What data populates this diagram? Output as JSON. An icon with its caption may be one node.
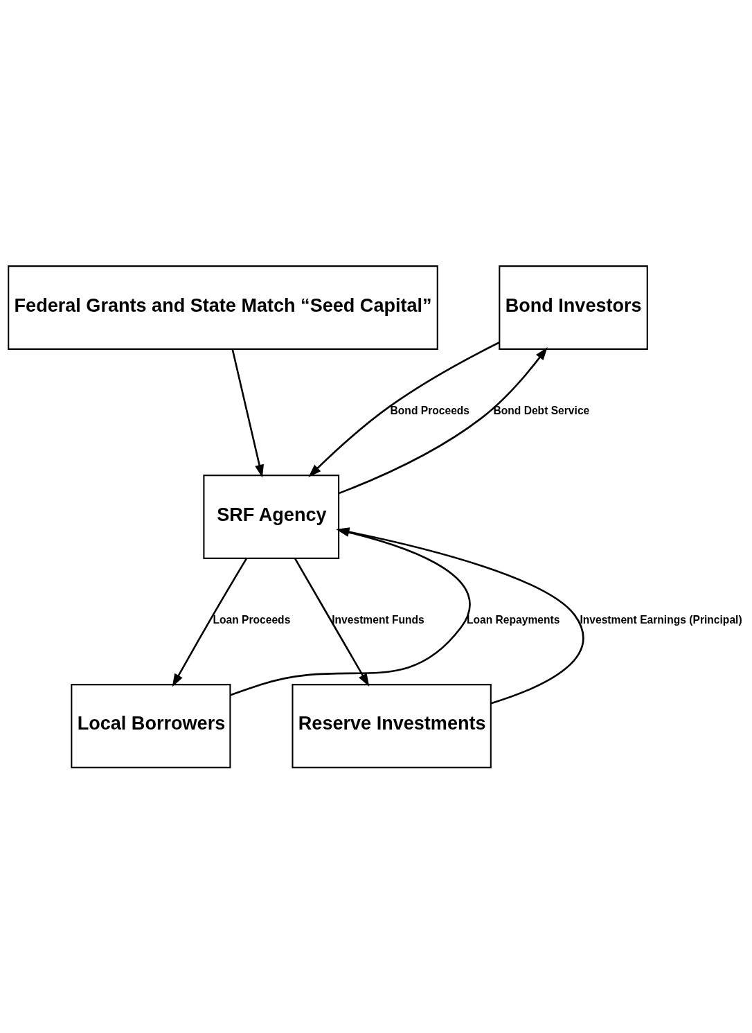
{
  "diagram": {
    "nodes": [
      {
        "text": [
          "Federal Grants and State Match “Seed Capital”"
        ]
      },
      {
        "text": [
          "Bond Investors"
        ]
      },
      {
        "text": [
          "SRF Agency"
        ]
      },
      {
        "text": [
          "Local Borrowers"
        ]
      },
      {
        "text": [
          "Reserve Investments"
        ]
      }
    ],
    "edges": [
      {
        "from": 0,
        "to": 2,
        "arrow": "to"
      },
      {
        "from": 1,
        "to": 2,
        "arrow": "to",
        "label": "Bond Proceeds"
      },
      {
        "from": 2,
        "to": 1,
        "arrow": "to",
        "label": "Bond Debt Service"
      },
      {
        "from": 2,
        "to": 3,
        "arrow": "to",
        "label": "Loan Proceeds"
      },
      {
        "from": 3,
        "to": 2,
        "arrow": "to",
        "label": "Loan Repayments"
      },
      {
        "from": 2,
        "to": 4,
        "arrow": "to",
        "label": "Investment Funds"
      },
      {
        "from": 4,
        "to": 2,
        "arrow": "to",
        "label": "Investment Earnings (Principal)"
      }
    ]
  }
}
